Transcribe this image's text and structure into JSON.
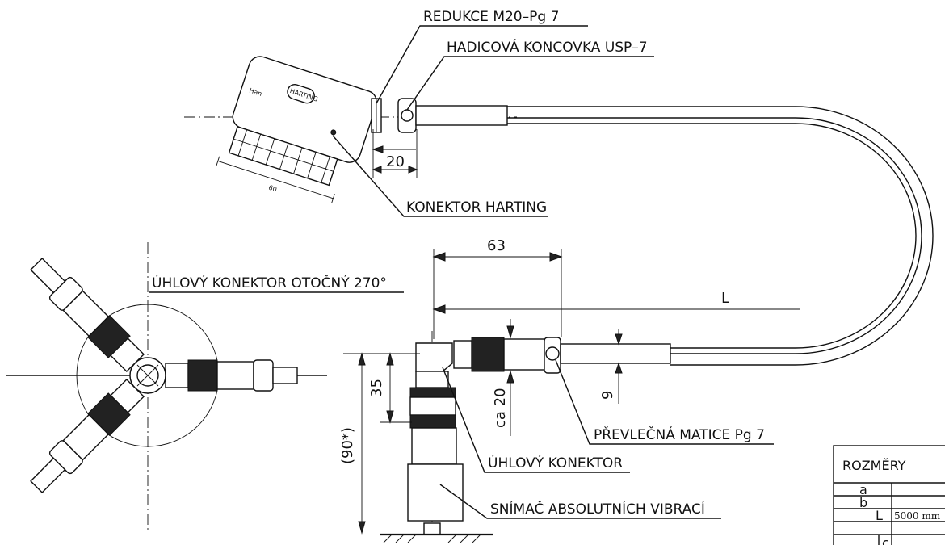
{
  "labels": {
    "reducer": "REDUKCE M20–Pg 7",
    "hose_fitting": "HADICOVÁ KONCOVKA USP–7",
    "harting_connector": "KONEKTOR HARTING",
    "angle_rotary": "ÚHLOVÝ KONEKTOR OTOČNÝ 270°",
    "union_nut": "PŘEVLEČNÁ MATICE Pg 7",
    "angle_connector": "ÚHLOVÝ KONEKTOR",
    "sensor": "SNÍMAČ ABSOLUTNÍCH VIBRACÍ",
    "connector_brand": "HARTING",
    "connector_mark": "Han",
    "connector_width": "60"
  },
  "dimensions": {
    "d20": "20",
    "d63": "63",
    "dL": "L",
    "d35": "35",
    "d90": "(90*)",
    "ca20": "ca 20",
    "d9": "9"
  },
  "table": {
    "title": "ROZMĚRY",
    "rows": [
      {
        "key": "a",
        "value": ""
      },
      {
        "key": "b",
        "value": ""
      },
      {
        "key": "L",
        "value": "5000 mm"
      },
      {
        "key": "c",
        "value": ""
      }
    ]
  },
  "colors": {
    "line": "#111111",
    "background": "#ffffff"
  }
}
